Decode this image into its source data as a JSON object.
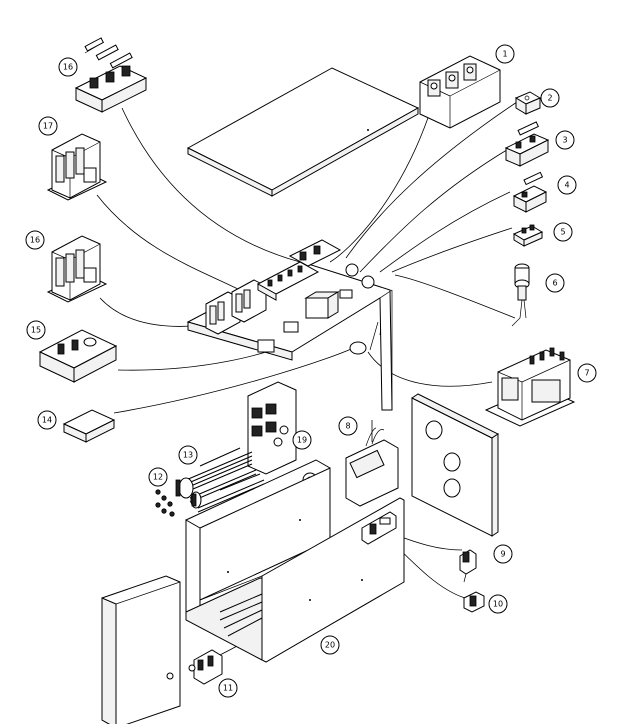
{
  "callouts": [
    {
      "id": "c1",
      "label": "1"
    },
    {
      "id": "c2",
      "label": "2"
    },
    {
      "id": "c3",
      "label": "3"
    },
    {
      "id": "c4",
      "label": "4"
    },
    {
      "id": "c5",
      "label": "5"
    },
    {
      "id": "c6",
      "label": "6"
    },
    {
      "id": "c7",
      "label": "7"
    },
    {
      "id": "c8",
      "label": "8"
    },
    {
      "id": "c9",
      "label": "9"
    },
    {
      "id": "c10",
      "label": "10"
    },
    {
      "id": "c11",
      "label": "11"
    },
    {
      "id": "c12",
      "label": "12"
    },
    {
      "id": "c13",
      "label": "13"
    },
    {
      "id": "c14",
      "label": "14"
    },
    {
      "id": "c15",
      "label": "15"
    },
    {
      "id": "c16a",
      "label": "16"
    },
    {
      "id": "c16b",
      "label": "16"
    },
    {
      "id": "c17",
      "label": "17"
    },
    {
      "id": "c19",
      "label": "19"
    },
    {
      "id": "c20",
      "label": "20"
    }
  ]
}
